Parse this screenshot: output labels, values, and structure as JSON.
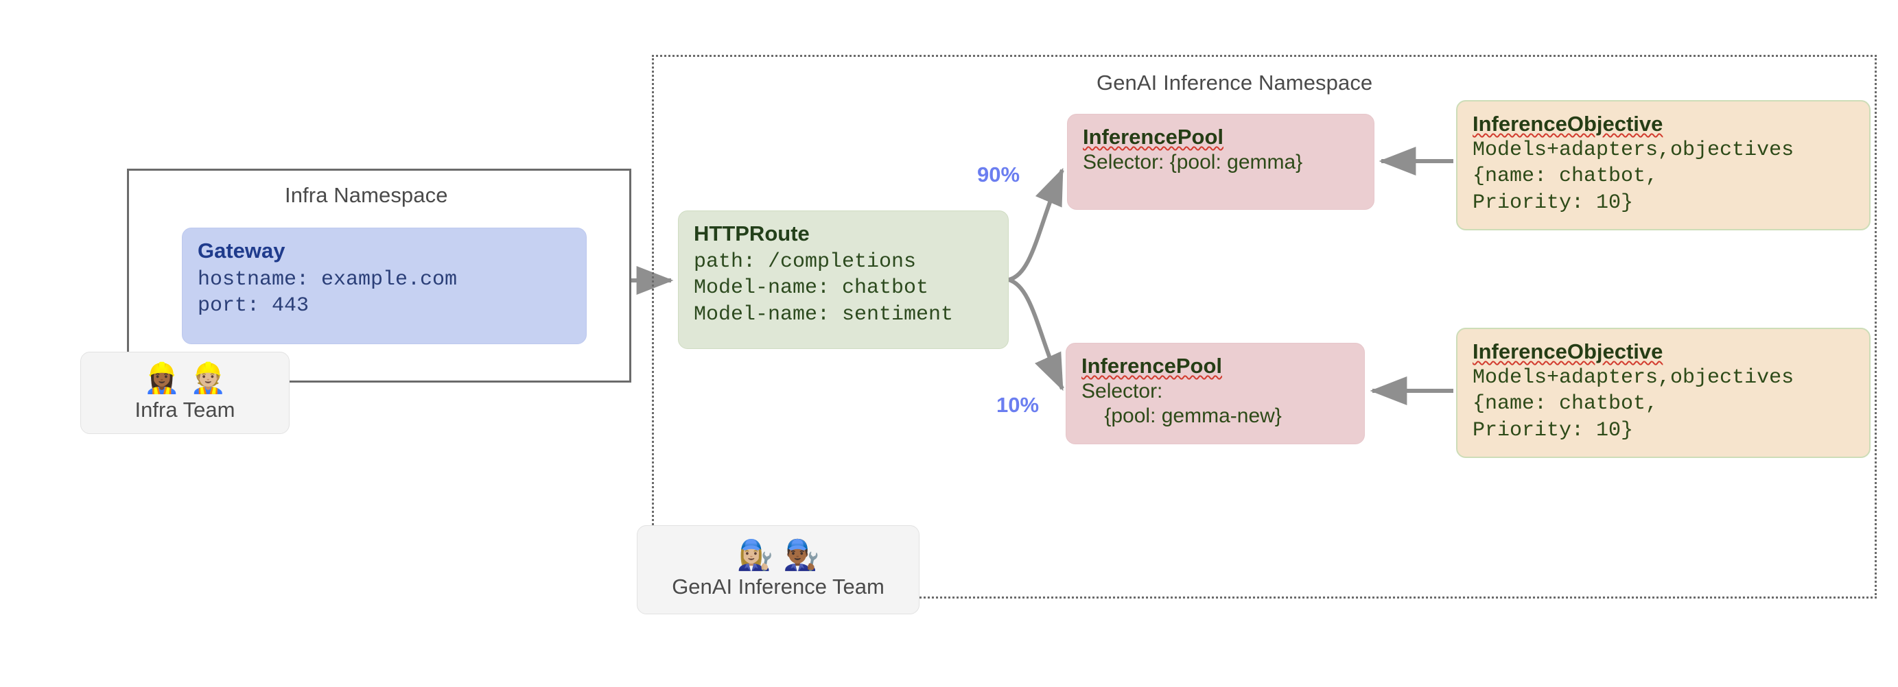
{
  "namespaces": {
    "infra": {
      "title": "Infra Namespace"
    },
    "genai": {
      "title": "GenAI Inference Namespace"
    }
  },
  "nodes": {
    "gateway": {
      "title": "Gateway",
      "line1": "hostname: example.com",
      "line2": "port: 443"
    },
    "httproute": {
      "title": "HTTPRoute",
      "line1": "path: /completions",
      "line2": "Model-name: chatbot",
      "line3": "Model-name: sentiment"
    },
    "pool_gemma": {
      "title": "InferencePool",
      "line1": "Selector: {pool: gemma}"
    },
    "pool_gemma_new": {
      "title": "InferencePool",
      "line1": "Selector:",
      "line2": "    {pool: gemma-new}"
    },
    "objective_top": {
      "title": "InferenceObjective",
      "line1": "Models+adapters,objectives",
      "line2": "{name: chatbot,",
      "line3": "Priority: 10}"
    },
    "objective_bottom": {
      "title": "InferenceObjective",
      "line1": "Models+adapters,objectives",
      "line2": "{name: chatbot,",
      "line3": "Priority: 10}"
    }
  },
  "teams": {
    "infra": {
      "name": "Infra Team",
      "faces": "👷🏾‍♀️👷🏼"
    },
    "genai": {
      "name": "GenAI Inference Team",
      "faces": "👩🏼‍🔧👨🏾‍🔧"
    }
  },
  "edges": {
    "split_top_label": "90%",
    "split_bottom_label": "10%"
  },
  "colors": {
    "gateway_fill": "#c6d1f2",
    "httproute_fill": "#dfe7d6",
    "pool_fill": "#ebced1",
    "objective_fill": "#f6e4cd",
    "objective_border": "#cdddb8",
    "team_fill": "#f4f4f4",
    "arrow": "#8f8f8f",
    "namespace_border": "#6b6b6b",
    "percent_text": "#6b7ef0",
    "spell_underline": "#d23b2e"
  }
}
